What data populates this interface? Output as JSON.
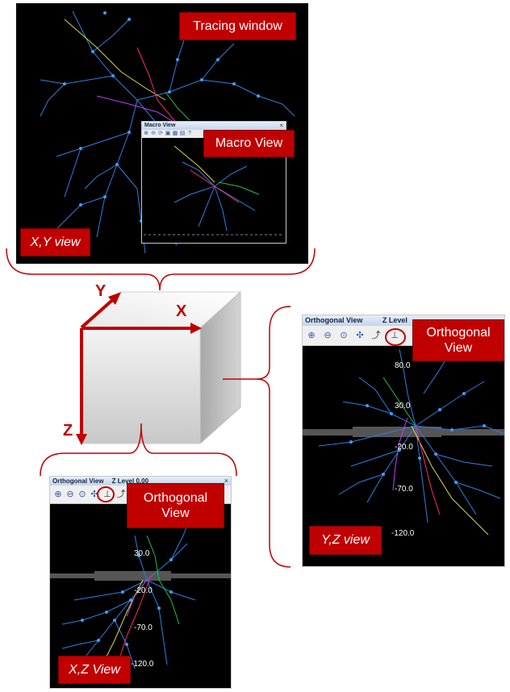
{
  "labels": {
    "tracing_window": "Tracing window",
    "macro_view": "Macro View",
    "xy_view": "X,Y view",
    "orthogonal_view_right": "Orthogonal\nView",
    "yz_view": "Y,Z view",
    "orthogonal_view_bottom": "Orthogonal\nView",
    "xz_view": "X,Z View"
  },
  "axes": {
    "y": "Y",
    "x": "X",
    "z": "Z"
  },
  "macro_window": {
    "title": "Macro View",
    "close": "×"
  },
  "ortho_right": {
    "title": "Orthogonal View",
    "zlevel": "Z Level",
    "ticks": [
      "80.0",
      "30.0",
      "-20.0",
      "-70.0",
      "-120.0"
    ]
  },
  "ortho_bottom": {
    "title": "Orthogonal View",
    "zlevel": "Z Level 0.00",
    "close": "×",
    "ticks": [
      "30.0",
      "-20.0",
      "-70.0",
      "-120.0"
    ]
  },
  "colors": {
    "label_bg": "#c00000",
    "bracket": "#c00000",
    "neuron_blue": "#2f7fe0",
    "panel_bg": "#000000"
  }
}
